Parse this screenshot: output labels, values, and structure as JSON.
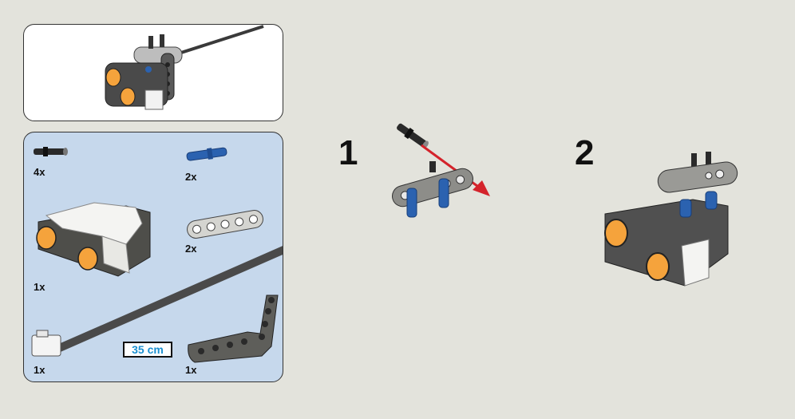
{
  "parts_list": {
    "pin_black_qty": "4x",
    "axle_pin_blue_qty": "2x",
    "beam_qty": "2x",
    "ultrasonic_sensor_qty": "1x",
    "cable_qty": "1x",
    "cable_length": "35 cm",
    "l_beam_qty": "1x"
  },
  "steps": [
    {
      "number": "1"
    },
    {
      "number": "2"
    }
  ],
  "colors": {
    "background": "#e3e3dc",
    "parts_panel": "#c6d8ec",
    "arrow": "#d4232b",
    "pin_blue": "#2b62b0",
    "sensor_orange": "#f5a33c",
    "cable_label": "#1a8fd0"
  }
}
